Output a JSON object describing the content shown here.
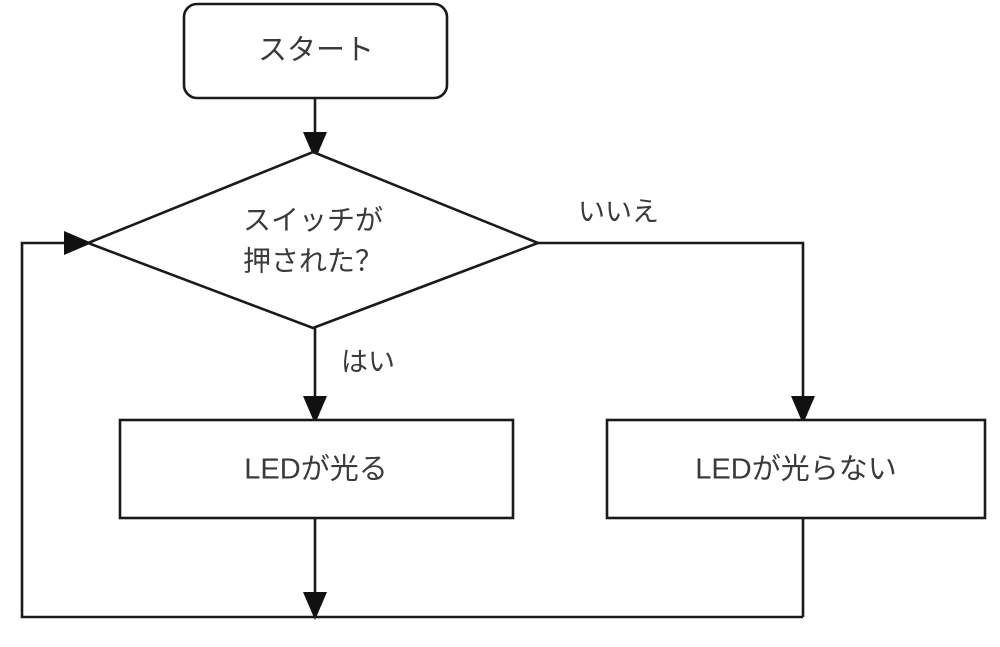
{
  "diagram": {
    "title": "LED switch control flowchart",
    "background_color": "#ffffff",
    "line_color": "#1a1a1a",
    "text_color": "#3a3a3a",
    "nodes": {
      "start": {
        "label": "スタート",
        "shape": "rounded-rectangle"
      },
      "decision": {
        "label_line1": "スイッチが",
        "label_line2": "押された？",
        "shape": "diamond"
      },
      "process_yes": {
        "label": "LEDが光る",
        "shape": "rectangle"
      },
      "process_no": {
        "label": "LEDが光らない",
        "shape": "rectangle"
      }
    },
    "edge_labels": {
      "yes": "はい",
      "no": "いいえ"
    }
  }
}
